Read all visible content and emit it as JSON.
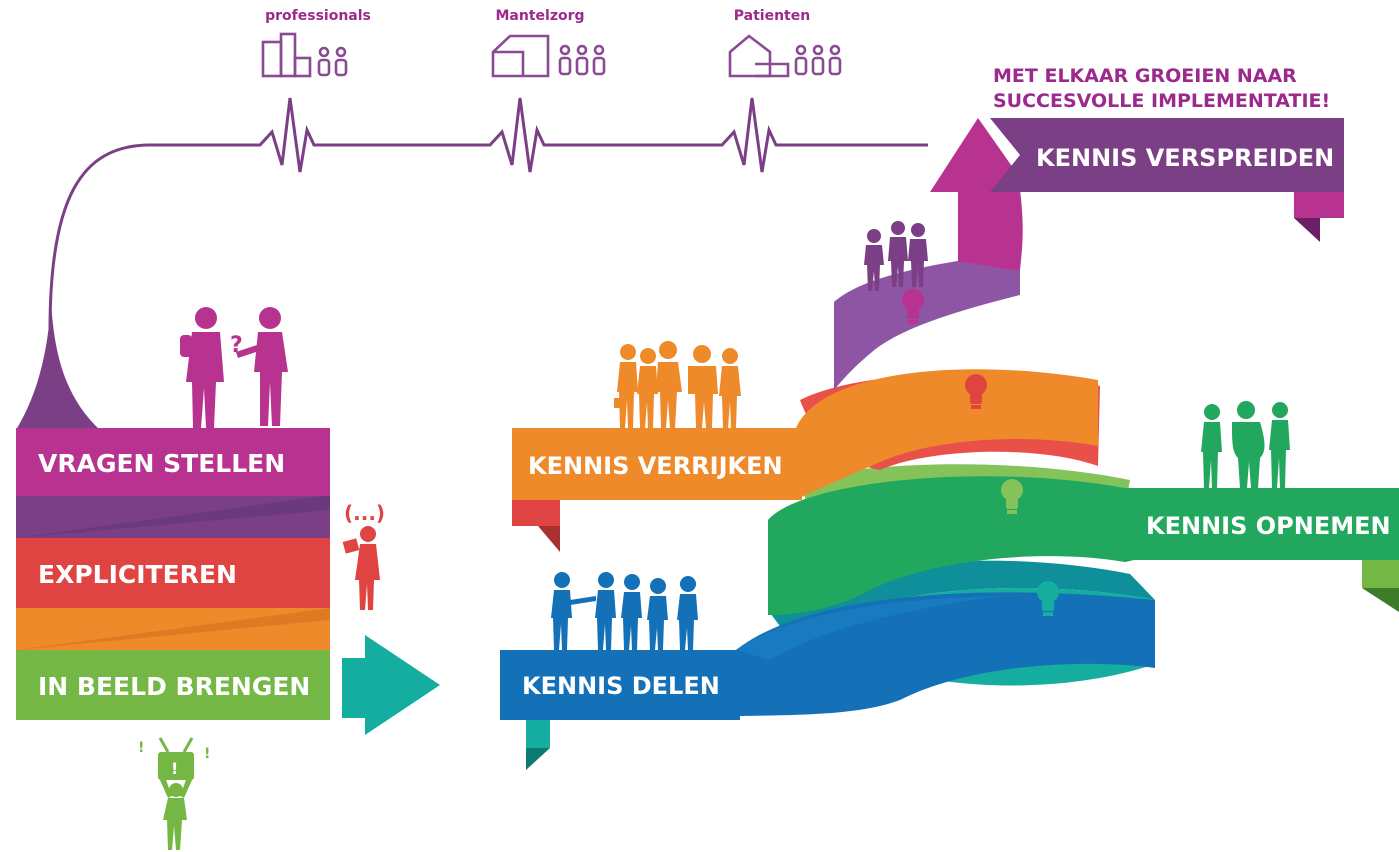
{
  "colors": {
    "purple": "#7b3f86",
    "magenta": "#b7338f",
    "red": "#df4442",
    "orange": "#ef8a2b",
    "green": "#74b744",
    "teal": "#14ad9f",
    "blue": "#1471b8",
    "kgreen": "#22a85e",
    "violet": "#8f55a5",
    "violet_dark": "#6b3a7c",
    "heading": "#9b2a8c"
  },
  "stakeholders": [
    {
      "label": "professionals",
      "icon": "building-people-icon"
    },
    {
      "label": "Mantelzorg",
      "icon": "house-people-icon"
    },
    {
      "label": "Patienten",
      "icon": "home-people-icon"
    }
  ],
  "slogan": {
    "line1": "MET ELKAAR GROEIEN NAAR",
    "line2": "SUCCESVOLLE IMPLEMENTATIE!"
  },
  "steps": {
    "vragen_stellen": "VRAGEN STELLEN",
    "expliciteren": "EXPLICITEREN",
    "in_beeld_brengen": "IN BEELD BRENGEN",
    "kennis_verrijken": "KENNIS VERRIJKEN",
    "kennis_delen": "KENNIS DELEN",
    "kennis_opnemen": "KENNIS OPNEMEN",
    "kennis_verspreiden": "KENNIS VERSPREIDEN"
  },
  "annotations": {
    "question_mark": "?",
    "ellipsis": "(...)",
    "exclaim": "!"
  }
}
